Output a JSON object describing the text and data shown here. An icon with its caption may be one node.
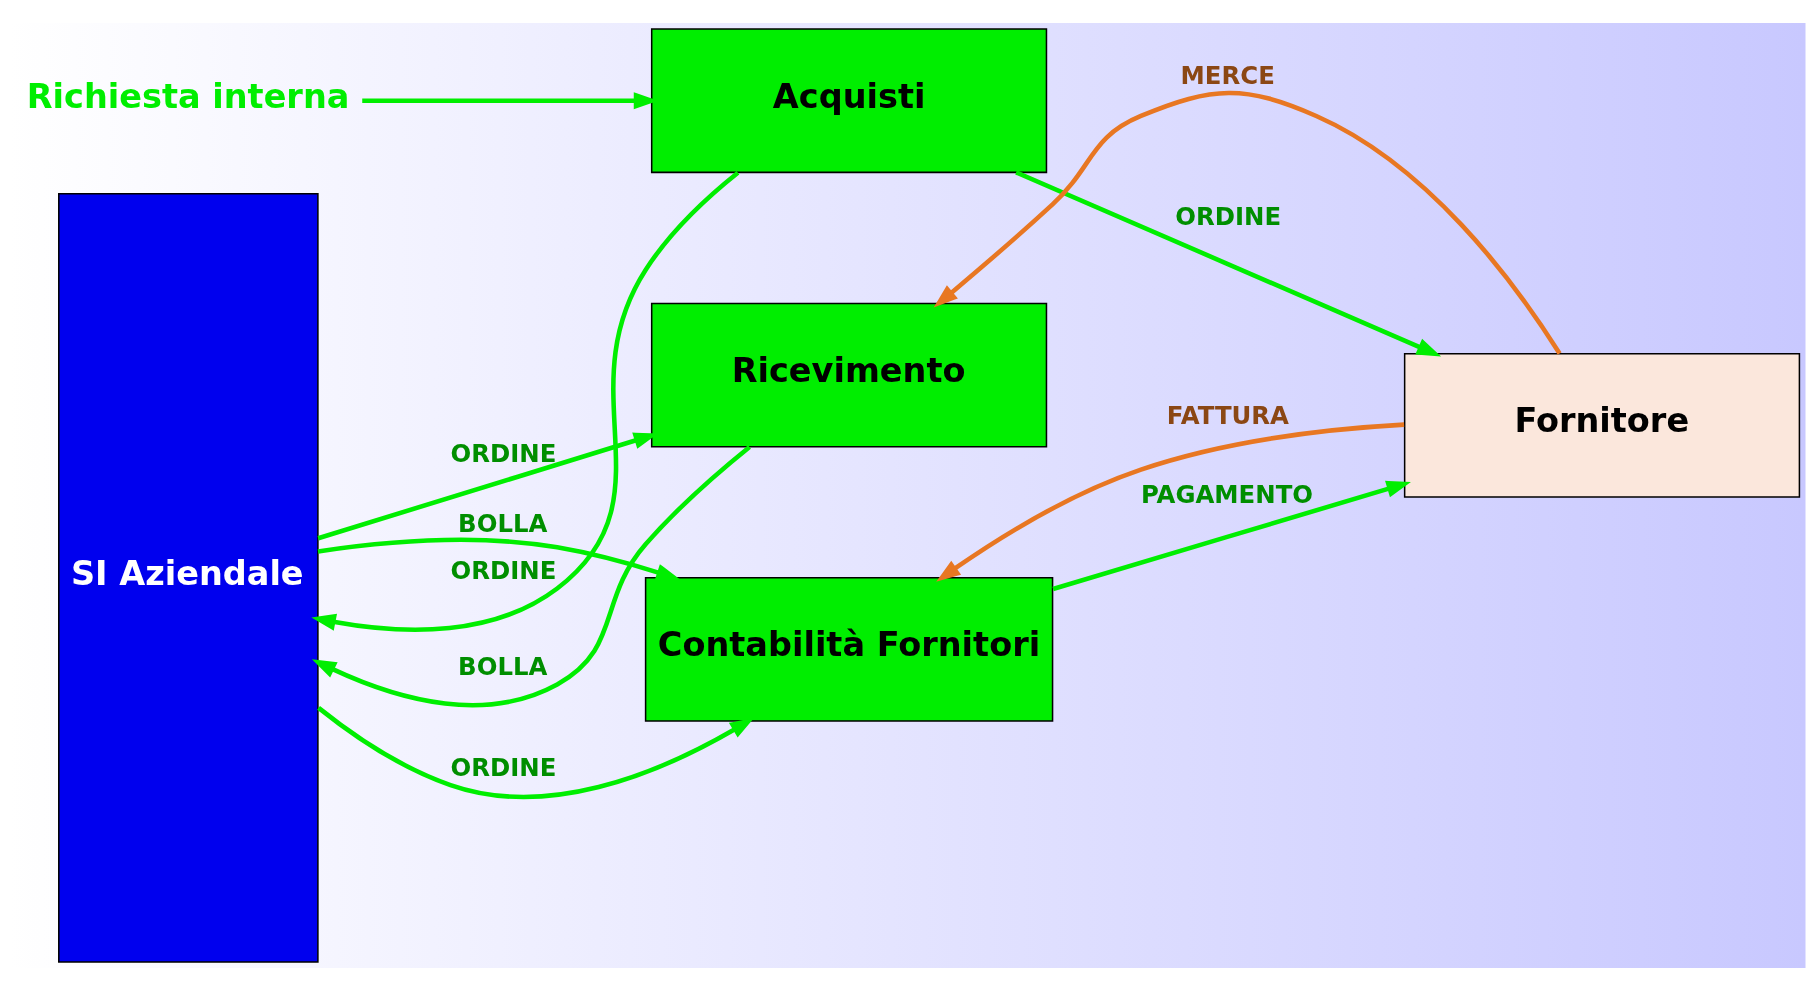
{
  "diagram": {
    "nodes": [
      {
        "text": [
          "SI Aziendale"
        ]
      },
      {
        "text": [
          "Richiesta interna"
        ]
      },
      {
        "text": [
          "Acquisti"
        ]
      },
      {
        "text": [
          "Ricevimento"
        ]
      },
      {
        "text": [
          "Contabilità Fornitori"
        ]
      },
      {
        "text": [
          "Fornitore"
        ]
      }
    ],
    "edges": [
      {
        "from": 1,
        "to": 2,
        "arrow": "to"
      },
      {
        "from": 2,
        "to": 0,
        "arrow": "to",
        "label": "ORDINE"
      },
      {
        "from": 0,
        "to": 3,
        "arrow": "to",
        "label": "ORDINE"
      },
      {
        "from": 3,
        "to": 0,
        "arrow": "to",
        "label": "BOLLA"
      },
      {
        "from": 0,
        "to": 4,
        "arrow": "to",
        "label": "ORDINE"
      },
      {
        "from": 0,
        "to": 4,
        "arrow": "to",
        "label": "BOLLA"
      },
      {
        "from": 2,
        "to": 5,
        "arrow": "to",
        "label": "ORDINE"
      },
      {
        "from": 5,
        "to": 3,
        "arrow": "to",
        "label": "MERCE",
        "color": "#e87722"
      },
      {
        "from": 4,
        "to": 5,
        "arrow": "to",
        "label": "PAGAMENTO"
      },
      {
        "from": 5,
        "to": 4,
        "arrow": "to",
        "label": "FATTURA",
        "color": "#e87722"
      }
    ]
  }
}
